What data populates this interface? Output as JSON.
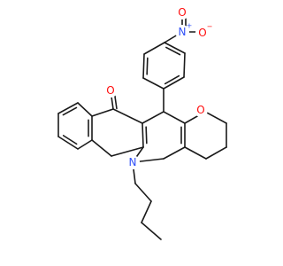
{
  "molecule": {
    "colors": {
      "bond": "#1a1a1a",
      "oxygen": "#ff0d0d",
      "nitrogen": "#3050f8"
    },
    "labels": {
      "nitro_n": "N",
      "nitro_n_charge": "+",
      "nitro_o_double": "O",
      "nitro_o_single": "O",
      "nitro_o_charge": "−",
      "ketone_o_left": "O",
      "ketone_o_right": "O",
      "ring_n": "N"
    }
  }
}
